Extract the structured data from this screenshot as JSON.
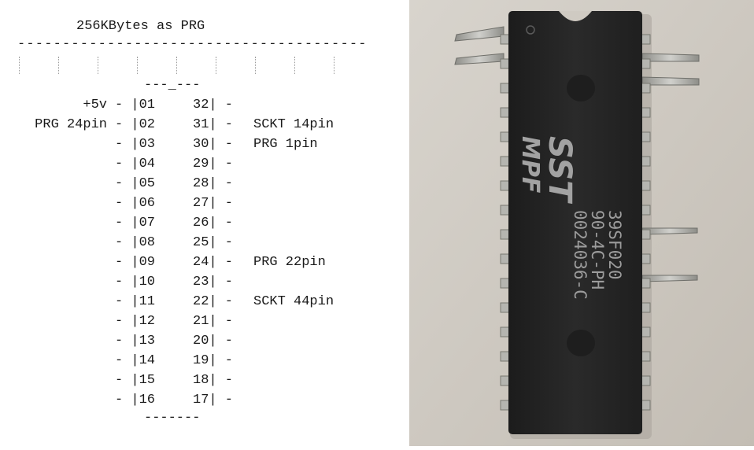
{
  "diagram": {
    "title": "256KBytes as PRG",
    "rule": "---------------------------------------",
    "chip_top": "---_---",
    "chip_bottom": "-------",
    "rows": [
      {
        "left": "+5v",
        "lpin": "- |01",
        "rpin": "32| -",
        "right": ""
      },
      {
        "left": "PRG 24pin",
        "lpin": "- |02",
        "rpin": "31| -",
        "right": "SCKT 14pin"
      },
      {
        "left": "",
        "lpin": "- |03",
        "rpin": "30| -",
        "right": "PRG 1pin"
      },
      {
        "left": "",
        "lpin": "- |04",
        "rpin": "29| -",
        "right": ""
      },
      {
        "left": "",
        "lpin": "- |05",
        "rpin": "28| -",
        "right": ""
      },
      {
        "left": "",
        "lpin": "- |06",
        "rpin": "27| -",
        "right": ""
      },
      {
        "left": "",
        "lpin": "- |07",
        "rpin": "26| -",
        "right": ""
      },
      {
        "left": "",
        "lpin": "- |08",
        "rpin": "25| -",
        "right": ""
      },
      {
        "left": "",
        "lpin": "- |09",
        "rpin": "24| -",
        "right": "PRG 22pin"
      },
      {
        "left": "",
        "lpin": "- |10",
        "rpin": "23| -",
        "right": ""
      },
      {
        "left": "",
        "lpin": "- |11",
        "rpin": "22| -",
        "right": "SCKT 44pin"
      },
      {
        "left": "",
        "lpin": "- |12",
        "rpin": "21| -",
        "right": ""
      },
      {
        "left": "",
        "lpin": "- |13",
        "rpin": "20| -",
        "right": ""
      },
      {
        "left": "",
        "lpin": "- |14",
        "rpin": "19| -",
        "right": ""
      },
      {
        "left": "",
        "lpin": "- |15",
        "rpin": "18| -",
        "right": ""
      },
      {
        "left": "",
        "lpin": "- |16",
        "rpin": "17| -",
        "right": ""
      }
    ]
  },
  "photo": {
    "chip_logo_top": "SST",
    "chip_logo_bottom": "MPF",
    "chip_line1": "39SF020",
    "chip_line2": "90-4C-PH",
    "chip_line3": "0024036-C",
    "colors": {
      "background": "#cfcac2",
      "chip_body": "#262626",
      "pin_metal": "#a9a9a5",
      "marking": "#9c9c9c"
    }
  }
}
